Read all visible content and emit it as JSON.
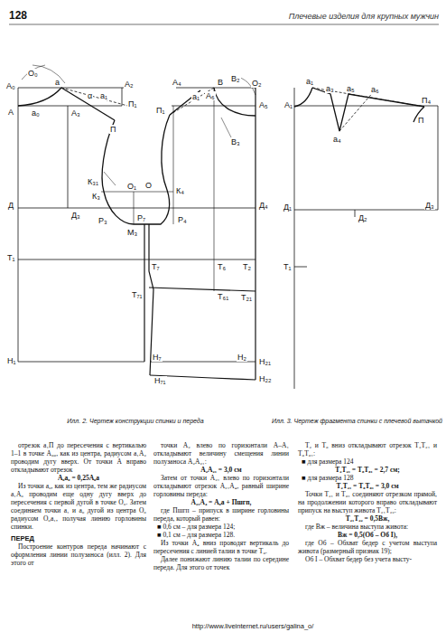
{
  "diagram": {
    "labels": [
      "128",
      "Плечевые изделия для крупных мужчин",
      "О₀",
      "А₀",
      "а",
      "А₂",
      "А",
      "а₀",
      "А₃",
      "α",
      "а₁",
      "П₁",
      "П",
      "А₄",
      "а₁",
      "В",
      "В₂",
      "О₂",
      "А₆",
      "А₅",
      "П₁",
      "В₃",
      "К₃₁",
      "К₃",
      "О₁",
      "О",
      "К₄",
      "Д",
      "Д₃",
      "Р₃",
      "М₃",
      "Р₇",
      "Р₄",
      "Д₄",
      "Т₁",
      "Т₇",
      "Т₆",
      "Т₂",
      "Т₇₁",
      "Т₆₁",
      "Т₂₁",
      "Н₁",
      "Н₇",
      "Н₂",
      "Н₂₁",
      "Н₇₁",
      "Н₂₂",
      "А₁",
      "а₁",
      "а₃",
      "а₅",
      "а₆",
      "П₄",
      "П",
      "а₄",
      "Д₁",
      "Д₂",
      "Д₃",
      "Т₁",
      "Илл. 2. Чертеж конструкции спинки и переда",
      "Илл. 3. Чертеж фрагмента спинки с плечевой вытачкой",
      "отрезок а₁П до пересечения с вертикалью 1–1 в точке А₆₆, как из центра, радиусом а₁А₂ проводим дугу вверх. От точки А вправо откладывают отрезок",
      "А₀а₀ = 0,25А₀а",
      "Из точки а₀, как из центра, тем же радиусом а₁А₀ проводим еще одну дугу вверх до пересечения с первой дугой в точке О₀. Затем соединяем точки а₁ и а₀ дугой из центра О₀ радиусом О₀а₁, получая линию горловины спинки.",
      "ПЕРЕД",
      "Построение контуров переда начинают с оформления линии полузаноса (илл. 2). Для этого от",
      "точки А₂ влево по горизонтали А–А₁ откладывают величину смещения линии полузаноса А₂А₂₁:",
      "А₂А₂₁ = 3,0 см",
      "Затем от точки А₂₁ влево по горизонтали откладывают отрезок А₂₁А₄, равный ширине горловины переда:",
      "А₂₁А₄ = А₀а + Пшгп,",
      "где Пшгп – припуск в ширине горловины переда, который равен:",
      "■ 0,6 см – для размера 124;",
      "■ 0,1 см – для размера 128.",
      "Из точки А₄ вниз проводят вертикаль до пересечения с линией талии в точке Т₆.",
      "Далее понижают линию талии по середине переда. Для этого от точек",
      "Т₂ и Т₆ вниз откладывают отрезок Т₂Т₂₁ и Т₆Т₆₁:",
      "■ для размера 124",
      "Т₂Т₂₁ = Т₆Т₆₁ = 2,7 см;",
      "■ для размера 128",
      "Т₂Т₂₁ = Т₆Т₆₁ = 3,0 см",
      "Точки Т₂₁ и Т₆₁ соединяют отрезком прямой, на продолжении которого вправо откладывают припуск на выступ живота Т₂₁Т₂₂:",
      "Т₂₁Т₂₂ = 0,5Вж,",
      "где Вж – величина выступа живота:",
      "Вж = 0,5(Об – Об I),",
      "где Об – Обхват бедер с учетом выступа живота (размерный признак 19);",
      "Об I – Обхват бедер без учета высту-",
      "http://www.liveinternet.ru/users/galina_o/"
    ]
  }
}
